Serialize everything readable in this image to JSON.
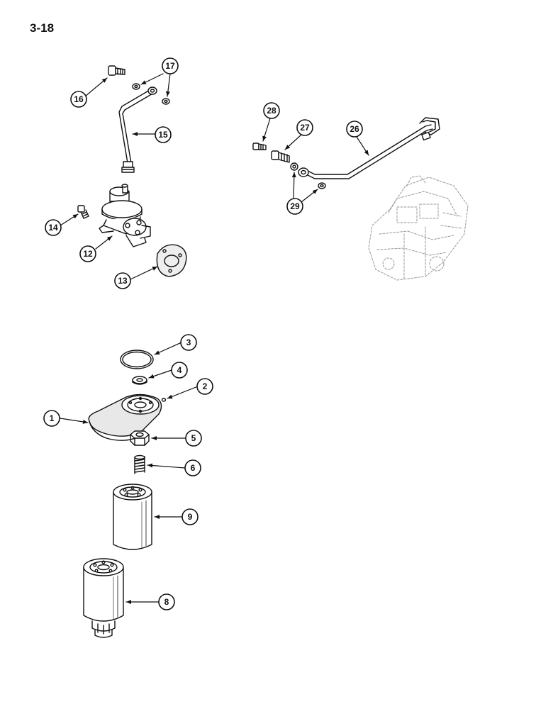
{
  "page": {
    "number": "3-18"
  },
  "colors": {
    "ink": "#111111",
    "ghost": "#9a9a9a",
    "fill": "#e8e8e8"
  },
  "callouts": {
    "c1": "1",
    "c2": "2",
    "c3": "3",
    "c4": "4",
    "c5": "5",
    "c6": "6",
    "c8": "8",
    "c9": "9",
    "c12": "12",
    "c13": "13",
    "c14": "14",
    "c15": "15",
    "c16": "16",
    "c17": "17",
    "c26": "26",
    "c27": "27",
    "c28": "28",
    "c29": "29"
  }
}
